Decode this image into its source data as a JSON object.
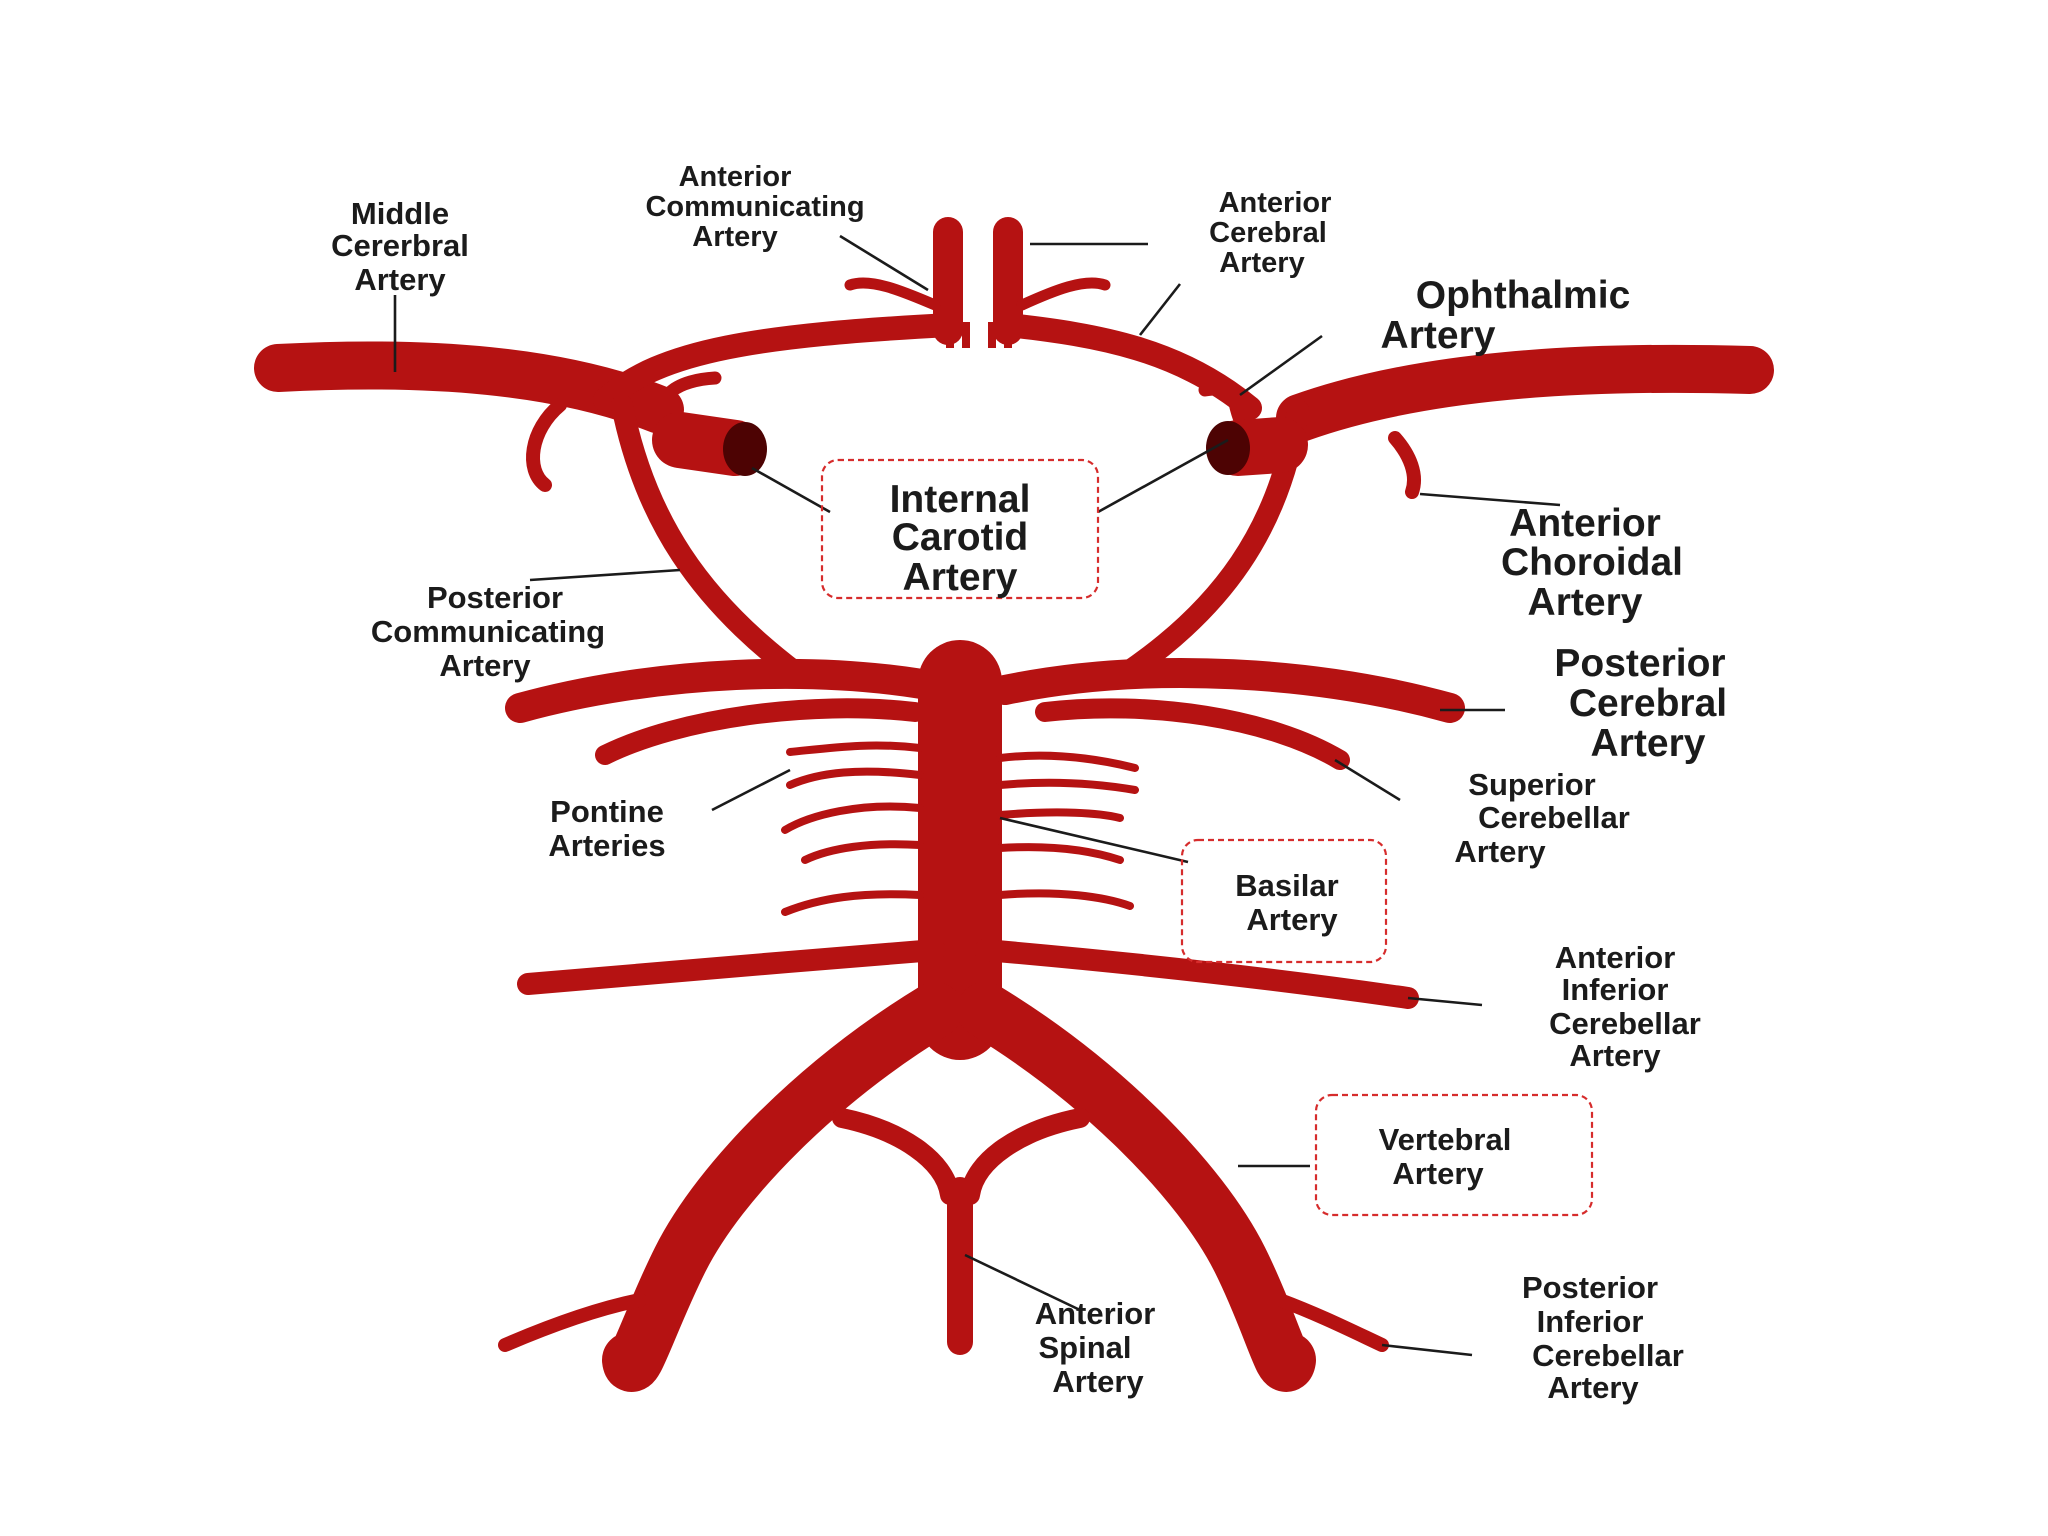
{
  "labels": {
    "middle_cerebral": [
      "Middle",
      "Cererbral",
      "Artery"
    ],
    "anterior_communicating": [
      "Anterior",
      "Communicating",
      "Artery"
    ],
    "anterior_cerebral": [
      "Anterior",
      "Cerebral",
      "Artery"
    ],
    "ophthalmic": [
      "Ophthalmic",
      "Artery"
    ],
    "internal_carotid": [
      "Internal",
      "Carotid",
      "Artery"
    ],
    "anterior_choroidal": [
      "Anterior",
      "Choroidal",
      "Artery"
    ],
    "posterior_communicating": [
      "Posterior",
      "Communicating",
      "Artery"
    ],
    "posterior_cerebral": [
      "Posterior",
      "Cerebral",
      "Artery"
    ],
    "superior_cerebellar": [
      "Superior",
      "Cerebellar",
      "Artery"
    ],
    "pontine": [
      "Pontine",
      "Arteries"
    ],
    "basilar": [
      "Basilar",
      "Artery"
    ],
    "anterior_inferior_cerebellar": [
      "Anterior",
      "Inferior",
      "Cerebellar",
      "Artery"
    ],
    "vertebral": [
      "Vertebral",
      "Artery"
    ],
    "anterior_spinal": [
      "Anterior",
      "Spinal",
      "Artery"
    ],
    "posterior_inferior_cerebellar": [
      "Posterior",
      "Inferior",
      "Cerebellar",
      "Artery"
    ]
  },
  "colors": {
    "artery": "#b51212",
    "artery_dark": "#4d0303",
    "label_text": "#1b1b1b",
    "highlight_box": "#d62c2c"
  }
}
